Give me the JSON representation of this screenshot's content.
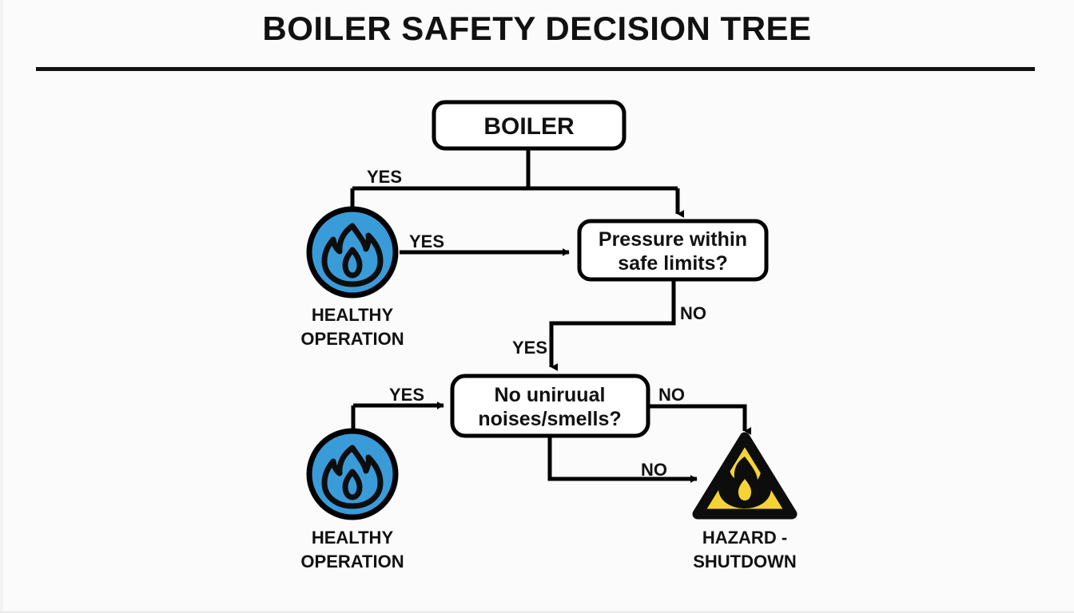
{
  "page": {
    "title": "BOILER SAFETY DECISION TREE",
    "background_color": "#fbfbfb",
    "rule_color": "#111111"
  },
  "colors": {
    "healthy_blue": "#3a9bd9",
    "hazard_yellow": "#f6d335",
    "stroke_black": "#000000",
    "text_black": "#111111"
  },
  "nodes": {
    "start": {
      "label": "BOILER",
      "type": "process-box"
    },
    "pressure": {
      "label_line1": "Pressure within",
      "label_line2": "safe limits?",
      "type": "decision-box"
    },
    "noises": {
      "label_line1": "No uniruual",
      "label_line2": "noises/smells?",
      "type": "decision-box"
    },
    "healthy_top": {
      "icon": "flame-circle-icon",
      "label_line1": "HEALTHY",
      "label_line2": "OPERATION",
      "color": "#3a9bd9"
    },
    "healthy_bottom": {
      "icon": "flame-circle-icon",
      "label_line1": "HEALTHY",
      "label_line2": "OPERATION",
      "color": "#3a9bd9"
    },
    "hazard": {
      "icon": "hazard-triangle-icon",
      "label_line1": "HAZARD -",
      "label_line2": "SHUTDOWN",
      "color": "#f6d335"
    }
  },
  "edges": {
    "start_to_healthy_top": "YES",
    "healthy_top_to_pressure": "YES",
    "pressure_no": "NO",
    "pressure_yes_to_noises": "YES",
    "noises_yes_to_healthy": "YES",
    "noises_no_right": "NO",
    "noises_no_bottom": "NO"
  }
}
